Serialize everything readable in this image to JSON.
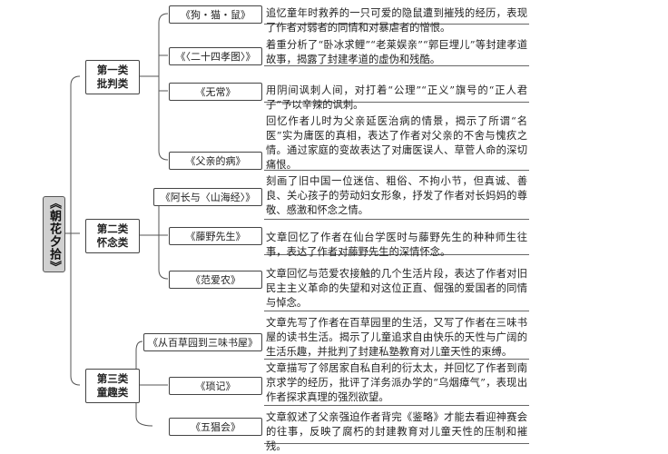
{
  "root": {
    "label": "《朝花夕拾》"
  },
  "categories": [
    {
      "line1": "第一类",
      "line2": "批判类",
      "items": [
        {
          "title": "《狗・猫・鼠》",
          "desc": "追忆童年时救养的一只可爱的隐鼠遭到摧残的经历，表现了作者对弱者的同情和对暴虐者的憎恨。"
        },
        {
          "title": "《〈二十四孝图〉》",
          "desc": "着重分析了“卧冰求鲤”“老莱娱亲”“郭巨埋儿”等封建孝道故事，揭露了封建孝道的虚伪和残酷。"
        },
        {
          "title": "《无常》",
          "desc": "用阴间讽刺人间，对打着“公理”“正义”旗号的“正人君子”予以辛辣的讽刺。"
        },
        {
          "title": "《父亲的病》",
          "desc": "回忆作者儿时为父亲延医治病的情景，揭示了所谓“名医”实为庸医的真相，表达了作者对父亲的不舍与愧疚之情。通过家庭的变故表达了对庸医误人、草菅人命的深切痛恨。"
        }
      ]
    },
    {
      "line1": "第二类",
      "line2": "怀念类",
      "items": [
        {
          "title": "《阿长与〈山海经〉》",
          "desc": "刻画了旧中国一位迷信、粗俗、不拘小节，但真诚、善良、关心孩子的劳动妇女形象，抒发了作者对长妈妈的尊敬、感激和怀念之情。"
        },
        {
          "title": "《藤野先生》",
          "desc": "文章回忆了作者在仙台学医时与藤野先生的种种师生往事，表达了作者对藤野先生的深情怀念。"
        },
        {
          "title": "《范爱农》",
          "desc": "文章回忆与范爱农接触的几个生活片段，表达了作者对旧民主主义革命的失望和对这位正直、倔强的爱国者的同情与悼念。"
        }
      ]
    },
    {
      "line1": "第三类",
      "line2": "童趣类",
      "items": [
        {
          "title": "《从百草园到三味书屋》",
          "desc": "文章先写了作者在百草园里的生活，又写了作者在三味书屋的读书生活。揭示了儿童追求自由快乐的天性与广阔的生活乐趣，并批判了封建私塾教育对儿童天性的束缚。"
        },
        {
          "title": "《琐记》",
          "desc": "文章描写了邻居家自私自利的衍太太，并回忆了作者到南京求学的经历，批评了洋务派办学的“乌烟瘴气”，表现出作者探求真理的强烈欲望。"
        },
        {
          "title": "《五猖会》",
          "desc": "文章叙述了父亲强迫作者背完《鉴略》才能去看迎神赛会的往事，反映了腐朽的封建教育对儿童天性的压制和摧残。"
        }
      ]
    }
  ]
}
